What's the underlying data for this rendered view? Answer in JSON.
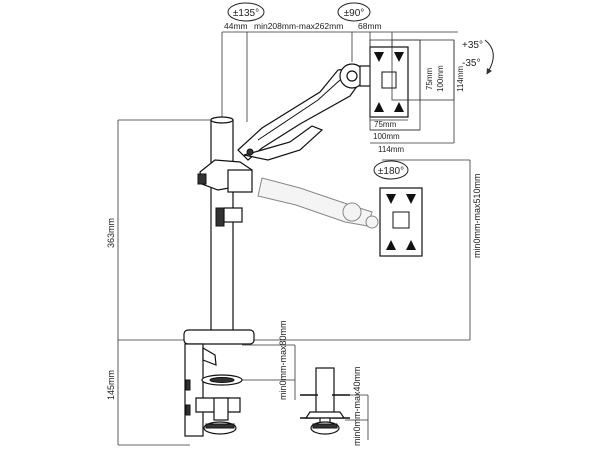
{
  "labels": {
    "swivel_135": "±135°",
    "tilt_90": "±90°",
    "rotate_180": "±180°",
    "tilt_up": "+35°",
    "tilt_down": "-35°",
    "offset_44": "44mm",
    "arm_range": "min208mm-max262mm",
    "plate_68": "68mm",
    "vesa_75_v": "75mm",
    "vesa_100_v": "100mm",
    "plate_114_v": "114mm",
    "vesa_75_h": "75mm",
    "vesa_100_h": "100mm",
    "plate_114_h": "114mm",
    "pole_height": "363mm",
    "height_range": "min0mm-max510mm",
    "clamp_range": "min0mm-max80mm",
    "clamp_height": "145mm",
    "grommet_range": "min0mm-max40mm"
  },
  "icons": {
    "swivel": "rotation-bubble-icon",
    "tilt": "curved-arrow-icon"
  }
}
